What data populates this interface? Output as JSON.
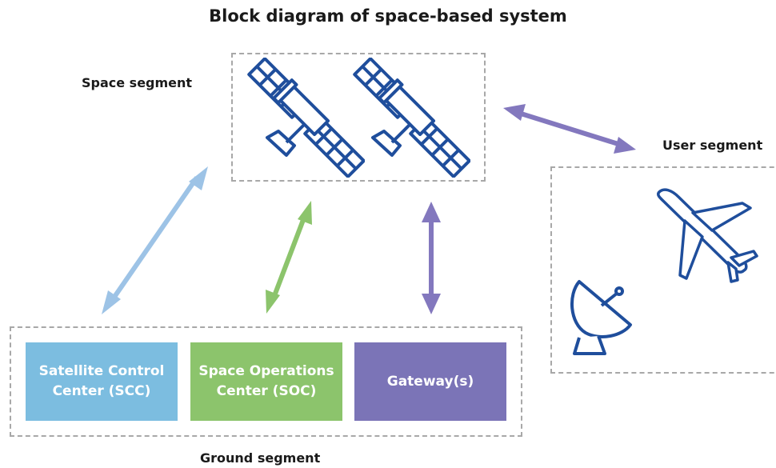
{
  "title": "Block diagram of space-based system",
  "segments": {
    "space": "Space segment",
    "user": "User segment",
    "ground": "Ground segment"
  },
  "ground_blocks": [
    {
      "line1": "Satellite Control",
      "line2": "Center (SCC)",
      "color": "#7cbde0"
    },
    {
      "line1": "Space Operations",
      "line2": "Center (SOC)",
      "color": "#8cc46c"
    },
    {
      "line1": "Gateway(s)",
      "line2": "",
      "color": "#7b74b7"
    }
  ],
  "colors": {
    "icon": "#1f4e9c",
    "arrow_scc": "#9dc3e6",
    "arrow_soc": "#8cc46c",
    "arrow_gateway": "#8378be",
    "arrow_user": "#8378be",
    "dash": "#a8a8a8"
  },
  "icons": [
    "satellite-icon",
    "satellite-icon",
    "airplane-icon",
    "satellite-dish-icon"
  ]
}
